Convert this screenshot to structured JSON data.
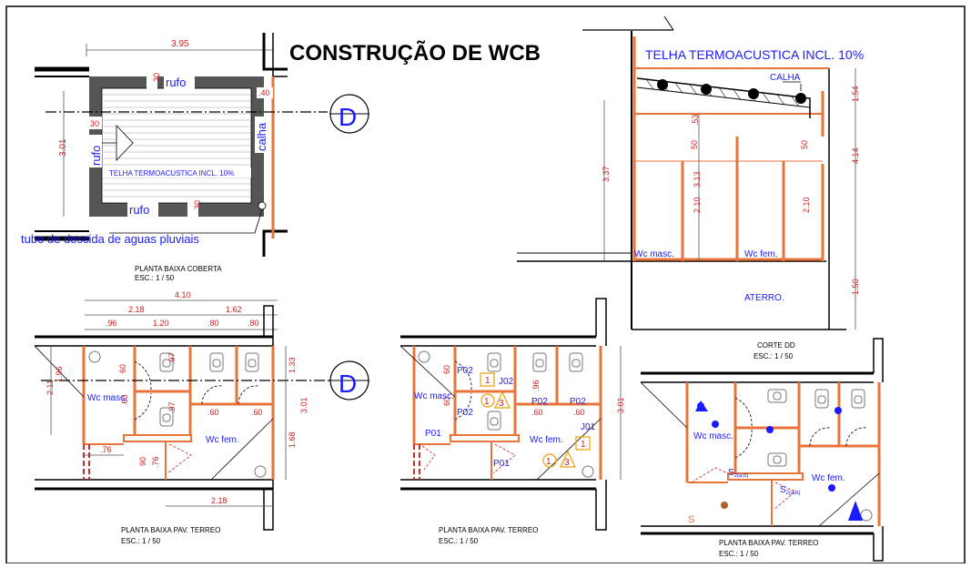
{
  "title": "CONSTRUÇÃO DE WCB",
  "colors": {
    "wall": "#e8743b",
    "dim": "#d22020",
    "label": "#1a1aff",
    "line": "#000000",
    "grey": "#555555"
  },
  "roof_plan": {
    "dim_top": "3.95",
    "dim_left": "3.01",
    "dim_30a": "30",
    "dim_30b": "30",
    "dim_30c": "30",
    "dim_40": ".40",
    "rufo_top": "rufo",
    "rufo_left": "rufo",
    "rufo_bottom": "rufo",
    "calha": "calha",
    "tile_note": "TELHA TERMOACUSTICA INCL. 10%",
    "downpipe": "tubo de descida de aguas pluviais",
    "caption": "PLANTA BAIXA COBERTA",
    "scale": "ESC.: 1 / 50"
  },
  "section_marker_1": "D",
  "section_marker_2": "D",
  "section": {
    "tile_note": "TELHA TERMOACUSTICA INCL. 10%",
    "calha": "CALHA",
    "dim_337": "3.37",
    "dim_313": "3.13",
    "dim_210a": "2.10",
    "dim_210b": "2.10",
    "dim_50a": "50",
    "dim_53": ".53",
    "dim_50b": "50",
    "dim_154": "1.54",
    "dim_414": "4.14",
    "dim_150": "1.50",
    "wc_masc": "Wc masc.",
    "wc_fem": "Wc fem.",
    "aterro": "ATERRO.",
    "caption": "CORTE DD",
    "scale": "ESC.: 1 / 50"
  },
  "plan1": {
    "dim_410": "4.10",
    "dim_218": "2.18",
    "dim_162": "1.62",
    "dim_96": ".96",
    "dim_120": "1.20",
    "dim_80a": ".80",
    "dim_80b": ".80",
    "dim_211": "2.11",
    "dim_196": "1.96",
    "dim_60a": "60",
    "dim_60b": ".60",
    "dim_97a": ".97",
    "dim_97b": ".97",
    "dim_60c": ".60",
    "dim_60d": ".60",
    "dim_133": "1.33",
    "dim_301": "3.01",
    "dim_168": "1.68",
    "dim_76a": ".76",
    "dim_90": "90",
    "dim_76b": ".76",
    "dim_218b": "2.18",
    "wc_masc": "Wc masc.",
    "wc_fem": "Wc fem.",
    "caption": "PLANTA BAIXA PAV. TERREO",
    "scale": "ESC.: 1 / 50"
  },
  "plan2": {
    "p02a": "P02",
    "p02b": "P02",
    "p02c": "P02",
    "p02d": "P02",
    "p01a": "P01",
    "p01b": "P01",
    "j02": "J02",
    "j01": "J01",
    "n1a": "1",
    "n3a": "3",
    "n1b": "1",
    "n1c": "1",
    "n3b": "3",
    "n1d": "1",
    "dim_60a": "60",
    "dim_60b": "60",
    "dim_96": ".96",
    "dim_60c": ".60",
    "dim_60d": ".60",
    "dim_301": "3.01",
    "wc_masc": "Wc masc.",
    "wc_fem": "Wc fem.",
    "caption": "PLANTA BAIXA PAV. TERREO",
    "scale": "ESC.: 1 / 50"
  },
  "plan3": {
    "wc_masc": "Wc masc.",
    "wc_fem": "Wc fem.",
    "s2a": "S",
    "s2a_sub": "2(a,b)",
    "s2b": "S",
    "s2b_sub": "2(a,b)",
    "s_bottom": "S",
    "caption": "PLANTA BAIXA PAV. TERREO",
    "scale": "ESC.: 1 / 50"
  }
}
